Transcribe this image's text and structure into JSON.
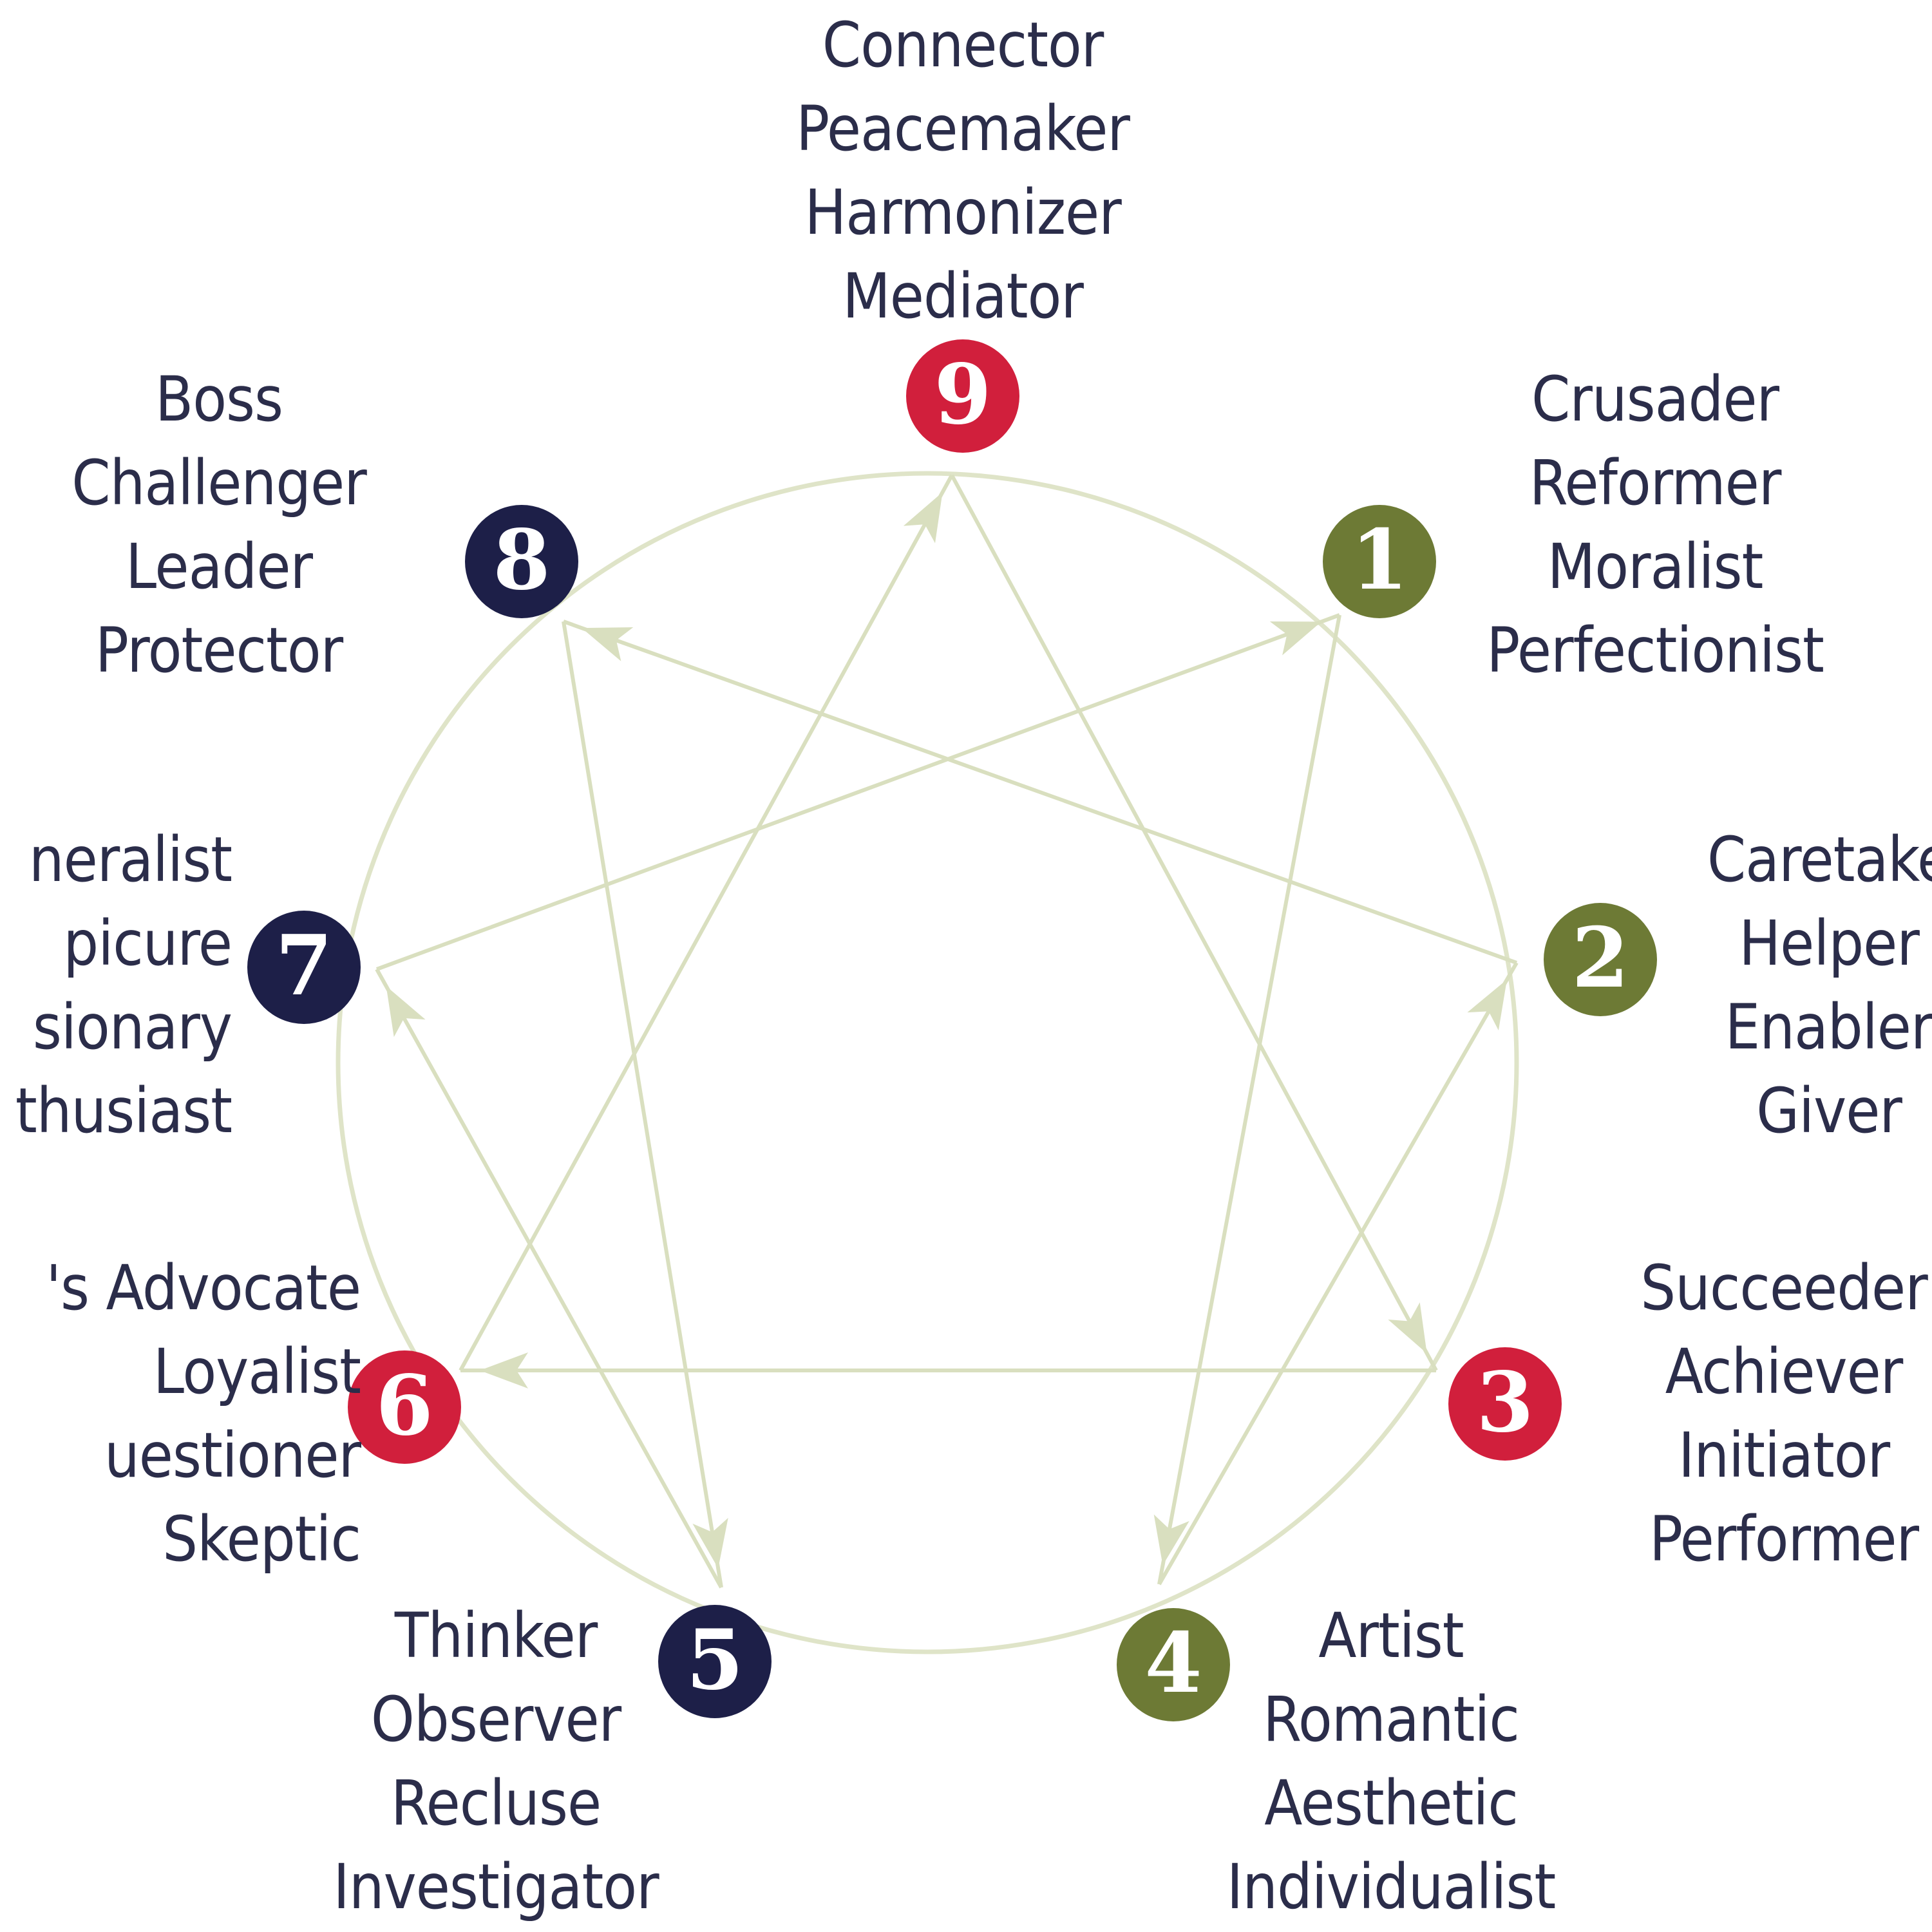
{
  "colors": {
    "line": "#d9dfbf",
    "ring": "#dfe4c8",
    "red": "#d11f3c",
    "navy": "#1d1f48",
    "olive": "#6d7a35",
    "label_text": "#2b2d4a"
  },
  "nodes": [
    {
      "number": "9",
      "color": "red",
      "labels": [
        "Connector",
        "Peacemaker",
        "Harmonizer",
        "Mediator"
      ]
    },
    {
      "number": "1",
      "color": "olive",
      "labels": [
        "Crusader",
        "Reformer",
        "Moralist",
        "Perfectionist"
      ]
    },
    {
      "number": "2",
      "color": "olive",
      "labels": [
        "Caretake",
        "Helper",
        "Enabler",
        "Giver"
      ]
    },
    {
      "number": "3",
      "color": "red",
      "labels": [
        "Succeeder",
        "Achiever",
        "Initiator",
        "Performer"
      ]
    },
    {
      "number": "4",
      "color": "olive",
      "labels": [
        "Artist",
        "Romantic",
        "Aesthetic",
        "Individualist"
      ]
    },
    {
      "number": "5",
      "color": "navy",
      "labels": [
        "Thinker",
        "Observer",
        "Recluse",
        "Investigator"
      ]
    },
    {
      "number": "6",
      "color": "red",
      "labels": [
        "'s Advocate",
        "Loyalist",
        "uestioner",
        "Skeptic"
      ]
    },
    {
      "number": "7",
      "color": "navy",
      "labels": [
        "neralist",
        "picure",
        "sionary",
        "thusiast"
      ]
    },
    {
      "number": "8",
      "color": "navy",
      "labels": [
        "Boss",
        "Challenger",
        "Leader",
        "Protector"
      ]
    }
  ],
  "connections": [
    {
      "from": "9",
      "to": "3"
    },
    {
      "from": "3",
      "to": "6"
    },
    {
      "from": "6",
      "to": "9"
    },
    {
      "from": "1",
      "to": "4"
    },
    {
      "from": "4",
      "to": "2"
    },
    {
      "from": "2",
      "to": "8"
    },
    {
      "from": "8",
      "to": "5"
    },
    {
      "from": "5",
      "to": "7"
    },
    {
      "from": "7",
      "to": "1"
    }
  ]
}
